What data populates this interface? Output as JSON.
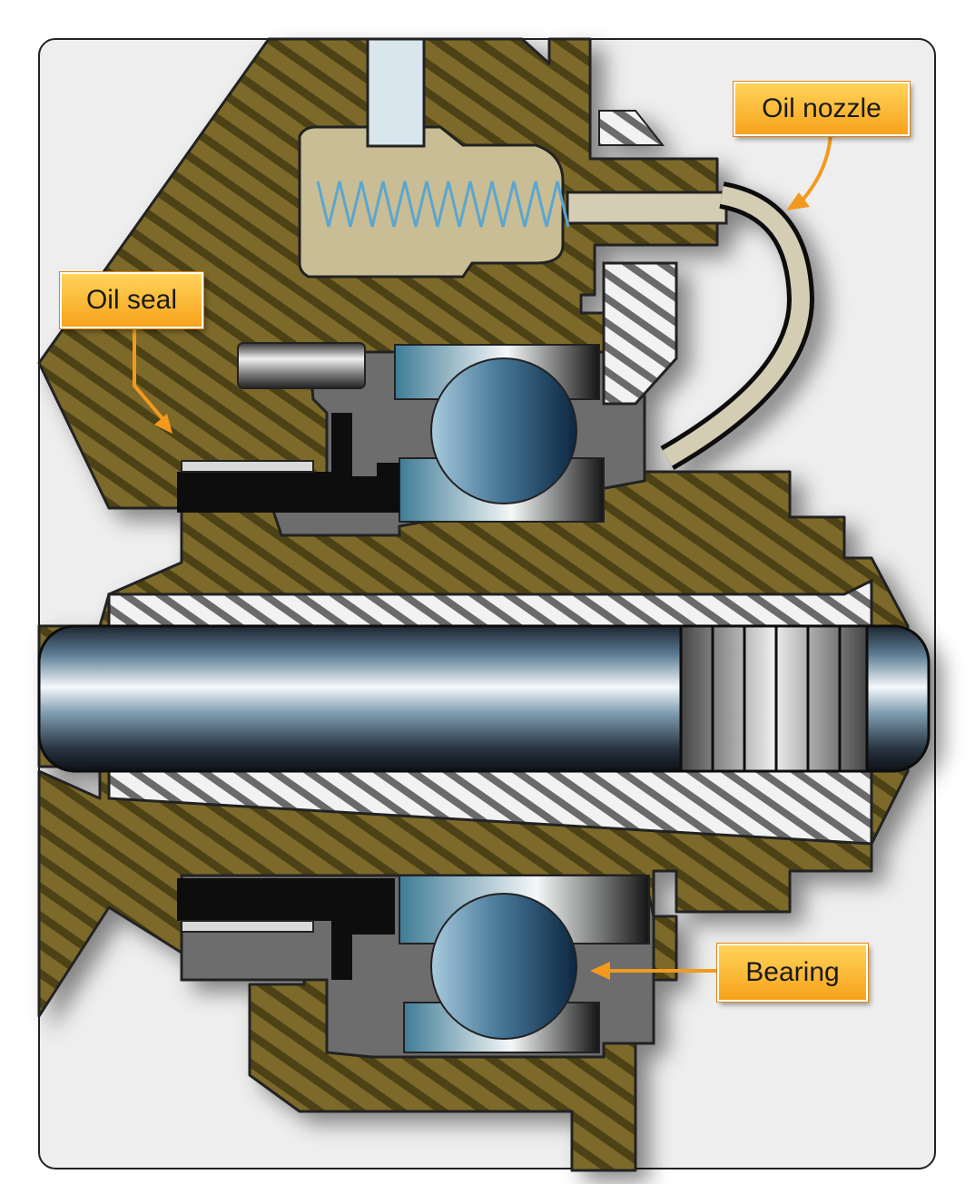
{
  "labels": {
    "oil_nozzle": "Oil nozzle",
    "oil_seal": "Oil seal",
    "bearing": "Bearing"
  },
  "colors": {
    "housing": "#7d6a2a",
    "housing_stripe": "#4d4214",
    "frame_bg": "#eeeeee",
    "callout_fill": "#f7a21b",
    "leader_line": "#f39a1e",
    "steel": "#5f6e78",
    "ball": "#3d6c8a",
    "nozzle_tube": "#d4cdb4",
    "seal_rubber": "#111111"
  }
}
